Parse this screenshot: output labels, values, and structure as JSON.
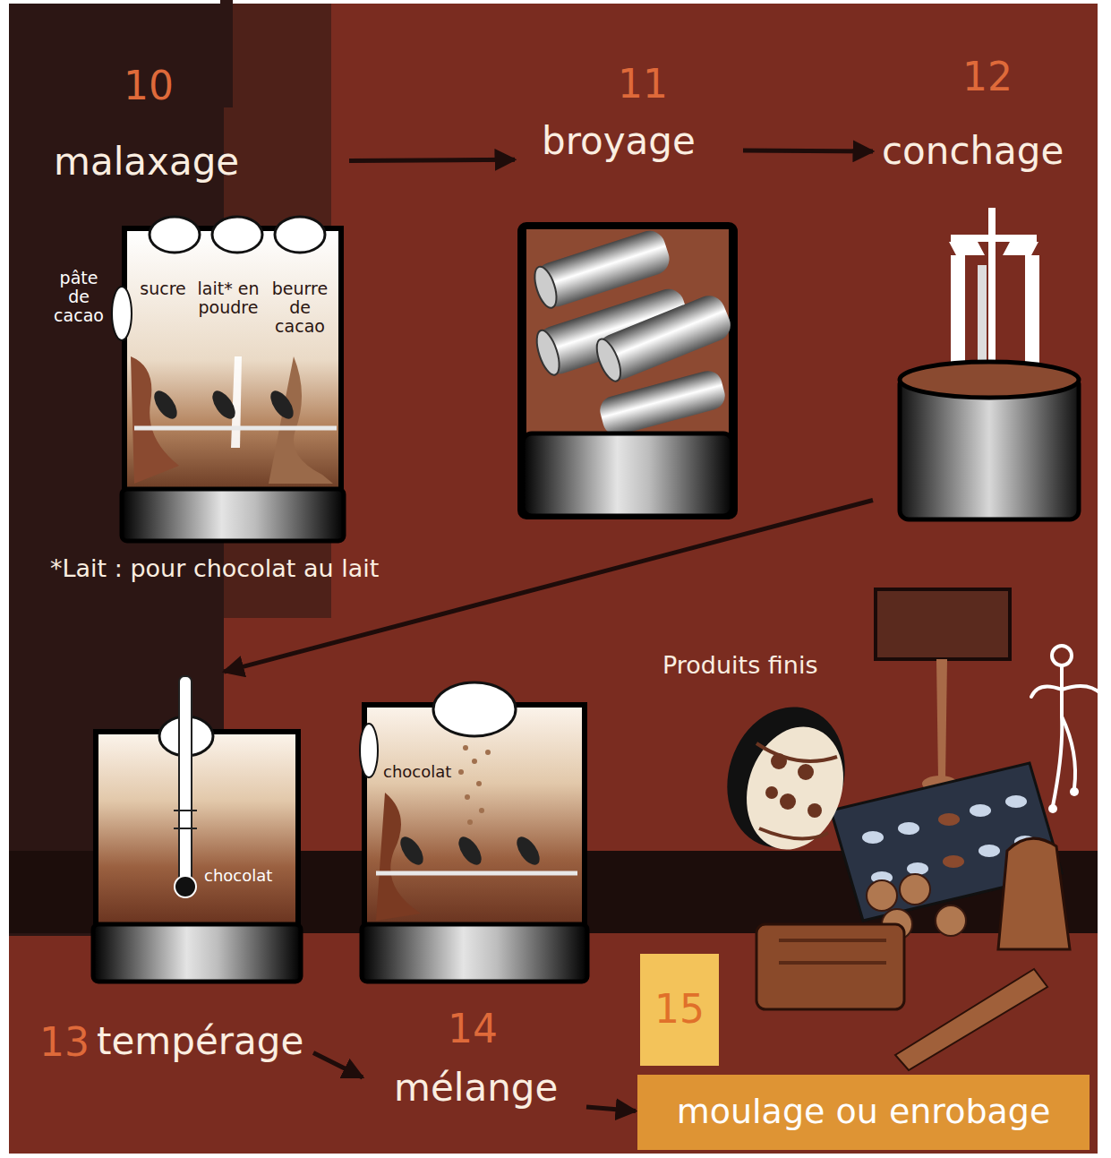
{
  "diagram": {
    "nodes": [
      {
        "text": [
          "10",
          "malaxage",
          "pâte de cacao",
          "sucre",
          "lait* en poudre",
          "beurre de cacao"
        ]
      },
      {
        "text": [
          "11",
          "broyage"
        ]
      },
      {
        "text": [
          "12",
          "conchage"
        ]
      },
      {
        "text": [
          "13",
          "tempérage",
          "chocolat"
        ]
      },
      {
        "text": [
          "14",
          "mélange",
          "chocolat"
        ]
      },
      {
        "text": [
          "15",
          "moulage ou enrobage"
        ]
      }
    ],
    "edges": [
      {
        "from": 0,
        "to": 1,
        "arrow": "to"
      },
      {
        "from": 1,
        "to": 2,
        "arrow": "to"
      },
      {
        "from": 2,
        "to": 3,
        "arrow": "to"
      },
      {
        "from": 3,
        "to": 4,
        "arrow": "to"
      },
      {
        "from": 4,
        "to": 5,
        "arrow": "to"
      }
    ],
    "labels": [
      "*Lait : pour chocolat au lait",
      "Produits finis"
    ]
  }
}
